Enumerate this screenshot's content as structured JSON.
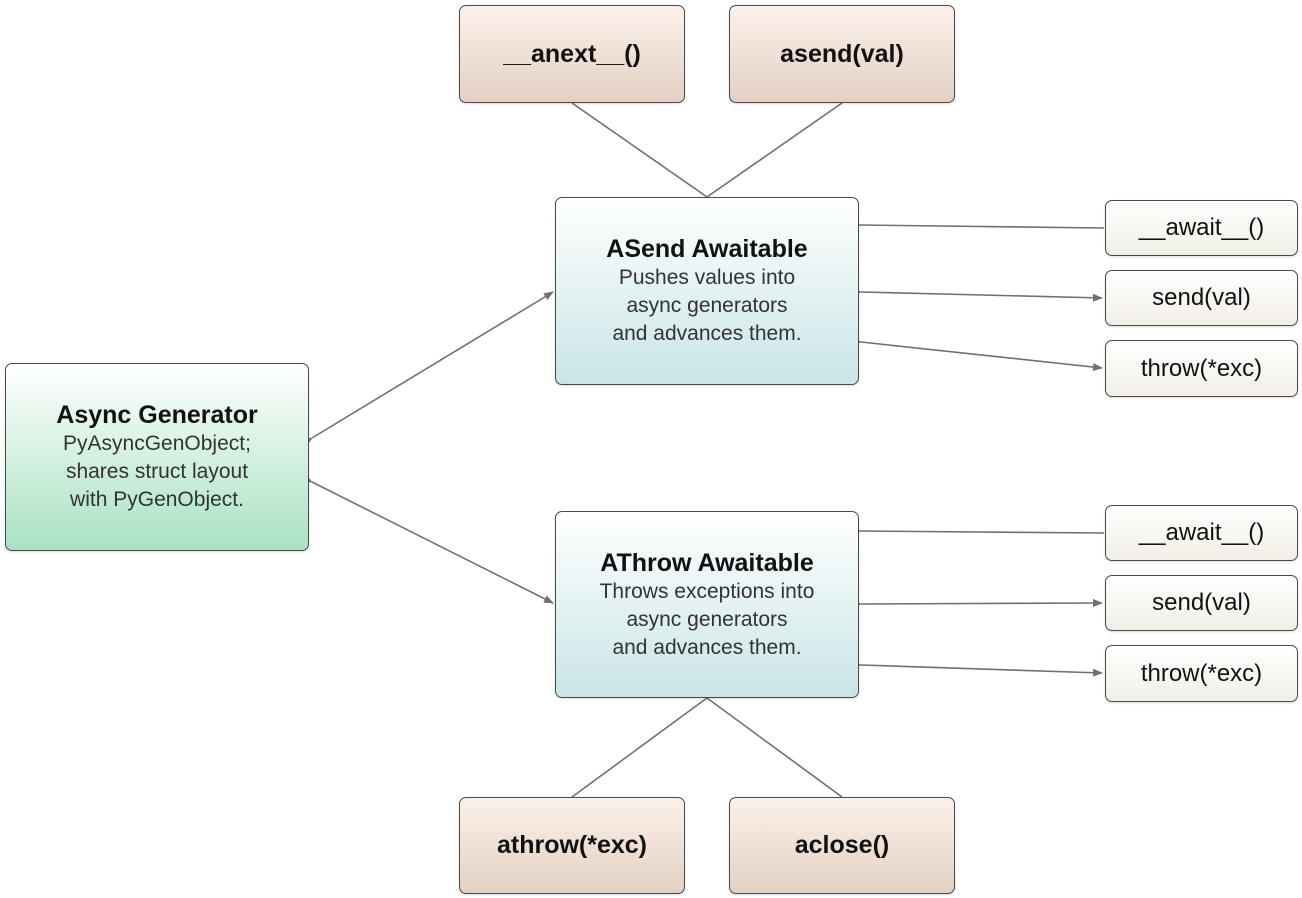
{
  "diagram": {
    "async_generator": {
      "title": "Async Generator",
      "desc_lines": [
        "PyAsyncGenObject;",
        "shares struct layout",
        "with PyGenObject."
      ]
    },
    "asend_awaitable": {
      "title": "ASend Awaitable",
      "desc_lines": [
        "Pushes values into",
        "async generators",
        "and advances them."
      ]
    },
    "athrow_awaitable": {
      "title": "AThrow Awaitable",
      "desc_lines": [
        "Throws exceptions into",
        "async generators",
        "and advances them."
      ]
    },
    "generator_methods": {
      "anext": "__anext__()",
      "asend": "asend(val)",
      "athrow": "athrow(*exc)",
      "aclose": "aclose()"
    },
    "asend_protocol": {
      "await": "__await__()",
      "send": "send(val)",
      "throw": "throw(*exc)"
    },
    "athrow_protocol": {
      "await": "__await__()",
      "send": "send(val)",
      "throw": "throw(*exc)"
    },
    "colors": {
      "method_box": "#e3d0c3",
      "protocol_box": "#f1efe6",
      "awaitable_box": "#c9e5e6",
      "generator_box": "#a9e2c2",
      "edge": "#707070"
    }
  }
}
